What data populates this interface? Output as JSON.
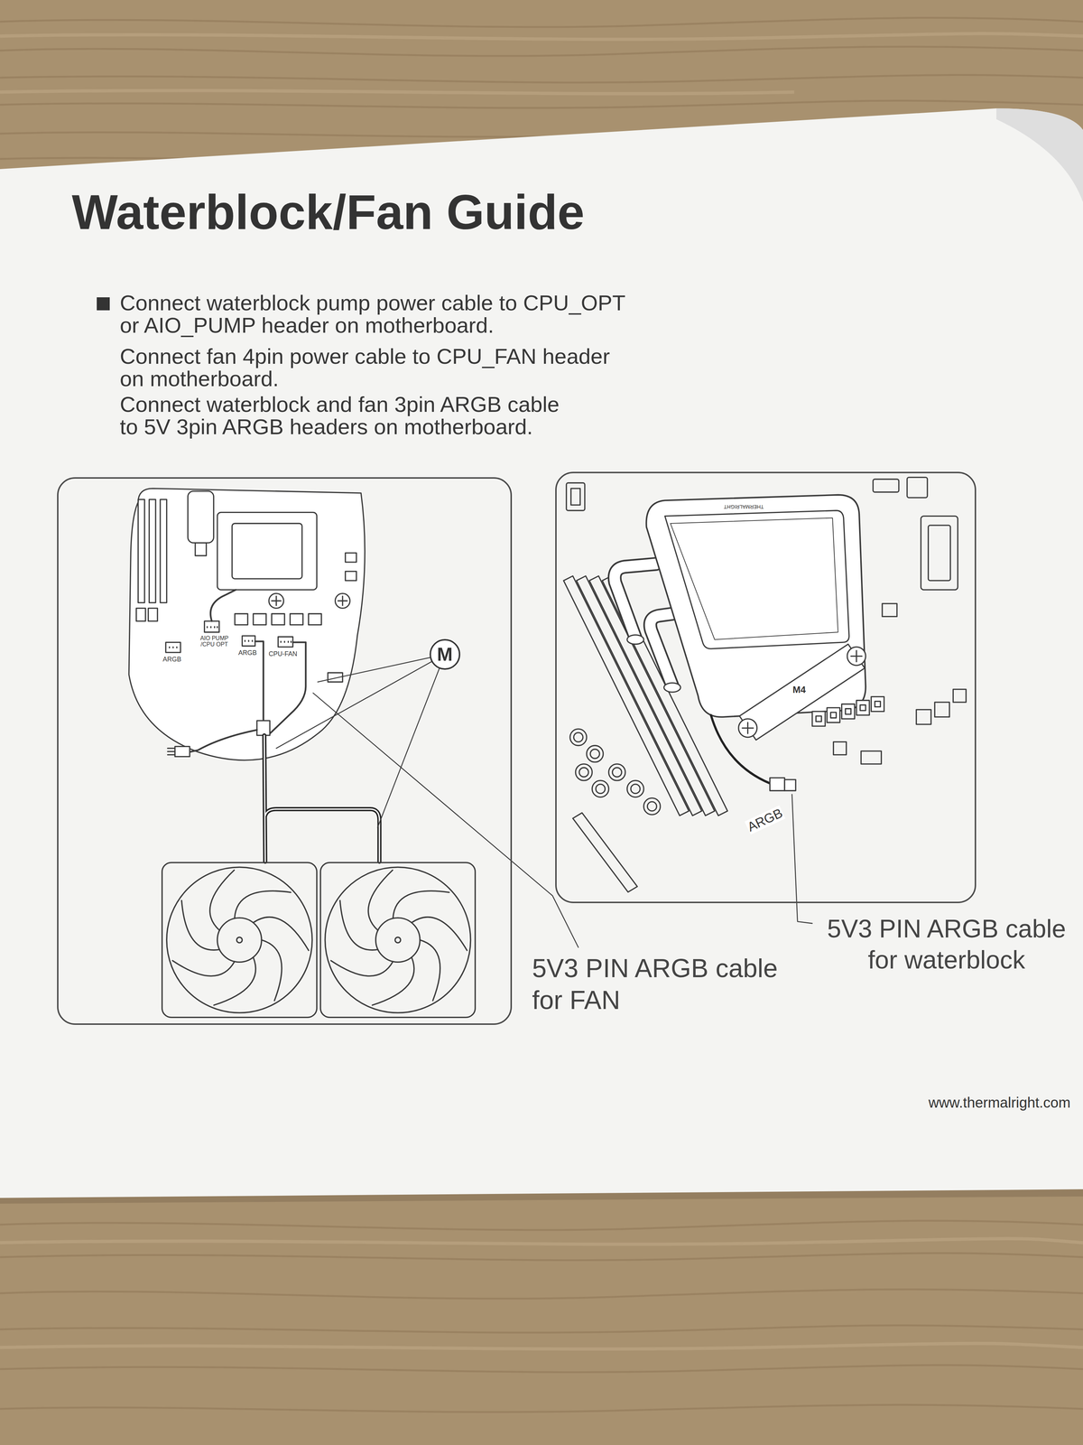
{
  "diagram": {
    "title": "Waterblock/Fan Guide",
    "nodes": [
      {
        "text": [
          "ARGB",
          "AIO PUMP /CPU OPT",
          "ARGB",
          "CPU-FAN"
        ]
      },
      {
        "text": [
          "M"
        ],
        "in": 0
      },
      {
        "text": [
          "THERMALRIGHT",
          "M4",
          "ARGB"
        ]
      }
    ],
    "labels": [
      "Connect waterblock pump power cable to CPU_OPT or AIO_PUMP header on motherboard.",
      "Connect fan 4pin power cable to CPU_FAN header on motherboard.",
      "Connect waterblock and fan 3pin ARGB cable to 5V 3pin ARGB headers on motherboard.",
      "5V3 PIN ARGB cable for FAN",
      "5V3 PIN ARGB cable for waterblock",
      "www.thermalright.com"
    ]
  }
}
